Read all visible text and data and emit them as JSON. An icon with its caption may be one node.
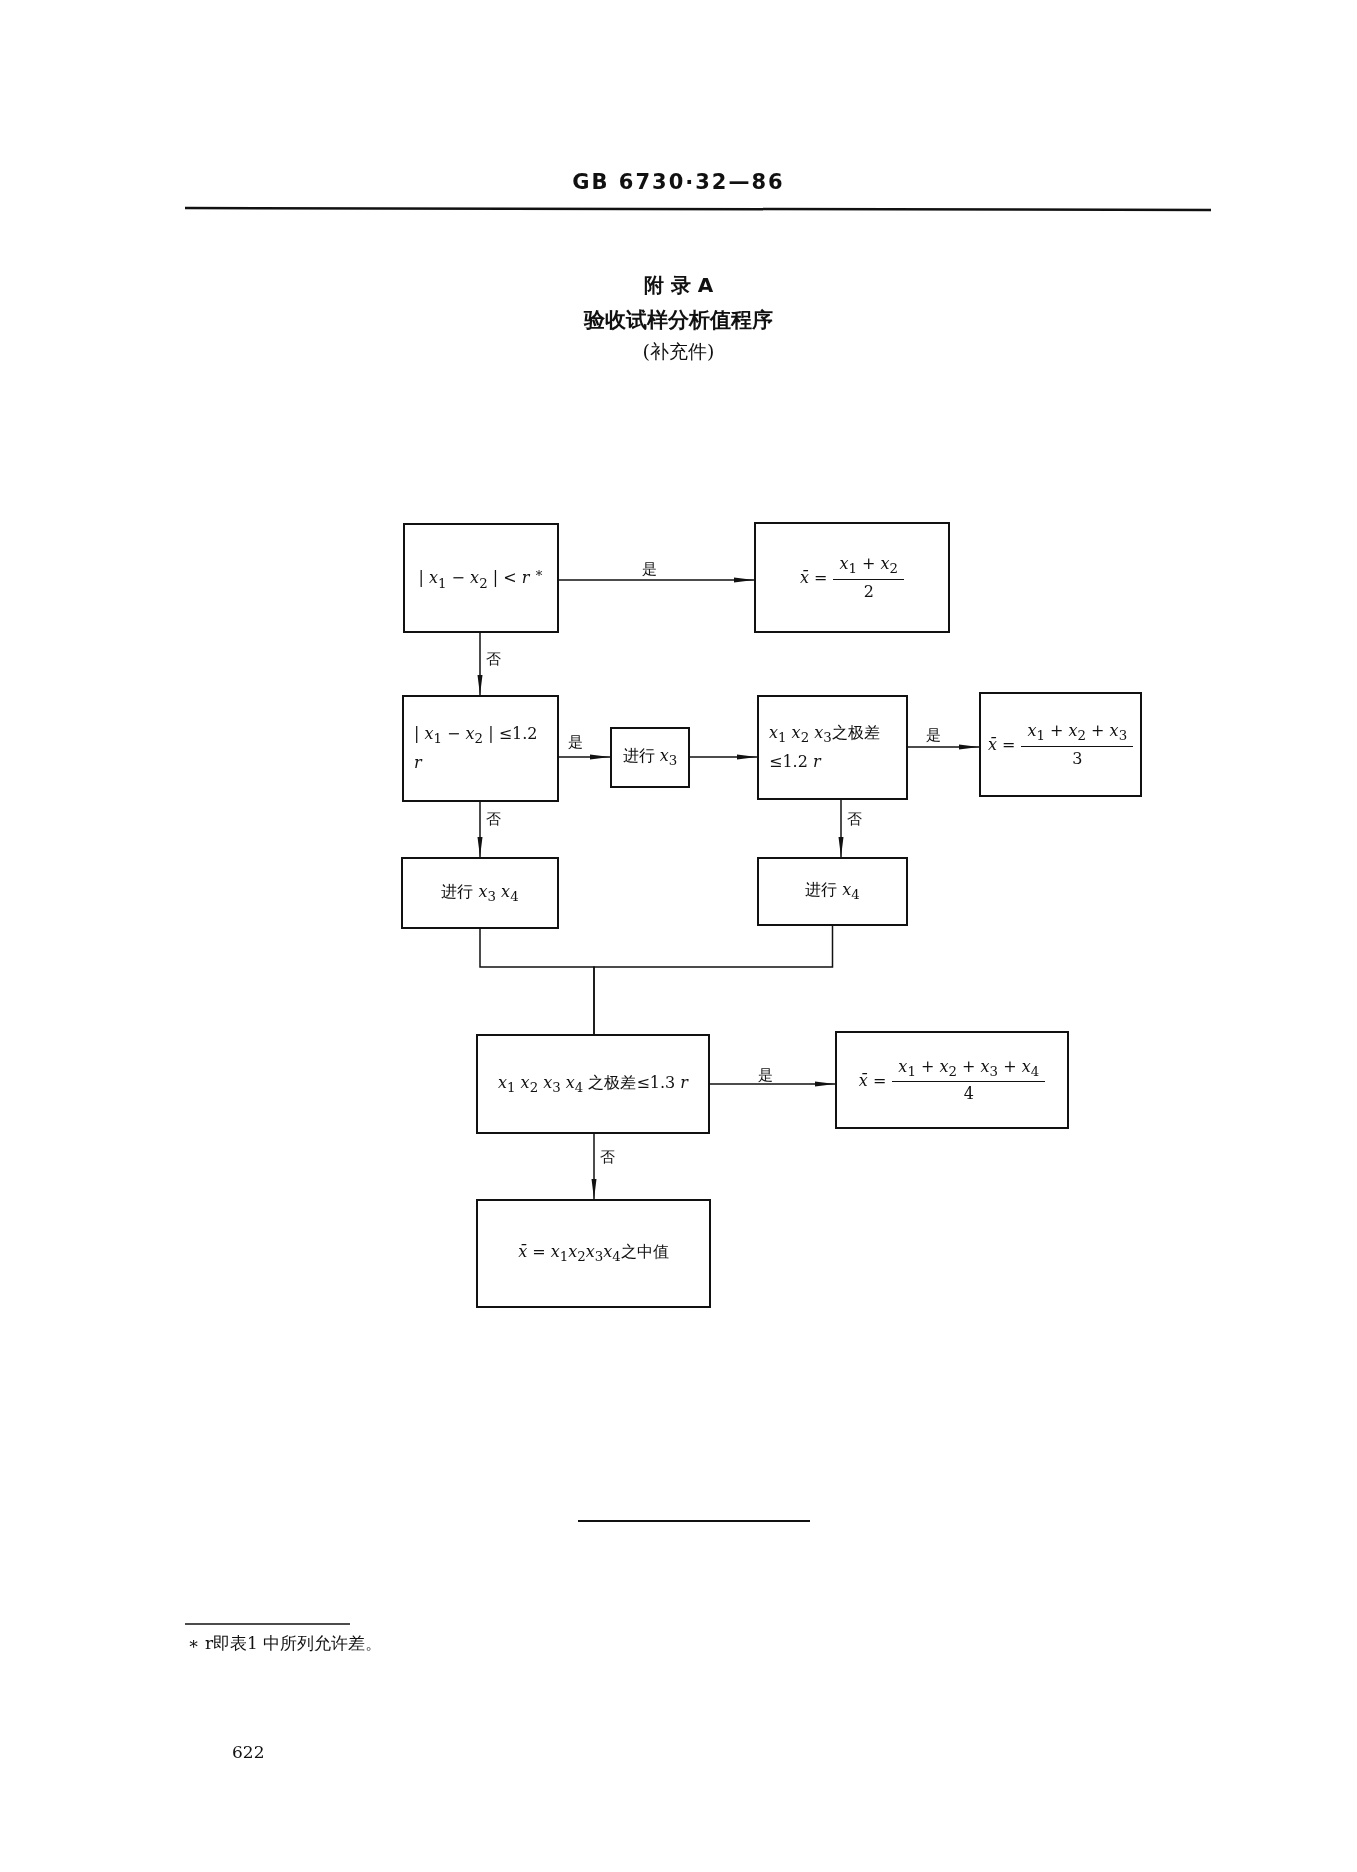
{
  "diagram": {
    "title": "验收试样分析值程序",
    "nodes": [
      {
        "text": [
          "| *x*$_{1}$ − *x*$_{2}$ | < *r* $^{∗}$"
        ]
      },
      {
        "text": [
          "*x̄* =",
          "*x*$_{1}$ + *x*$_{2}$",
          "2"
        ]
      },
      {
        "text": [
          "| *x*$_{1}$ − *x*$_{2}$ | ≤1.2 *r*"
        ]
      },
      {
        "text": [
          "进行 *x*$_{3}$"
        ]
      },
      {
        "text": [
          "*x*$_{1}$ *x*$_{2}$ *x*$_{3}$之极差≤1.2 *r*"
        ]
      },
      {
        "text": [
          "*x̄* =",
          "*x*$_{1}$ + *x*$_{2}$ + *x*$_{3}$",
          "3"
        ]
      },
      {
        "text": [
          "进行 *x*$_{3}$ *x*$_{4}$"
        ]
      },
      {
        "text": [
          "进行 *x*$_{4}$"
        ]
      },
      {
        "text": [
          "*x*$_{1}$ *x*$_{2}$ *x*$_{3}$ *x*$_{4}$ 之极差≤1.3 *r*"
        ]
      },
      {
        "text": [
          "*x̄* =",
          "*x*$_{1}$ + *x*$_{2}$ + *x*$_{3}$ + *x*$_{4}$",
          "4"
        ]
      },
      {
        "text": [
          "*x̄* = *x*$_{1}$*x*$_{2}$*x*$_{3}$*x*$_{4}$之中值"
        ]
      }
    ],
    "edges": [
      {
        "from": 0,
        "to": 1,
        "arrow": "to",
        "label": "是"
      },
      {
        "from": 0,
        "to": 2,
        "arrow": "to",
        "label": "否"
      },
      {
        "from": 2,
        "to": 3,
        "arrow": "to",
        "label": "是"
      },
      {
        "from": 3,
        "to": 4,
        "arrow": "to"
      },
      {
        "from": 4,
        "to": 5,
        "arrow": "to",
        "label": "是"
      },
      {
        "from": 2,
        "to": 6,
        "arrow": "to",
        "label": "否"
      },
      {
        "from": 4,
        "to": 7,
        "arrow": "to",
        "label": "否"
      },
      {
        "from": 6,
        "to": 8,
        "arrow": "none"
      },
      {
        "from": 7,
        "to": 8,
        "arrow": "none"
      },
      {
        "from": 8,
        "to": 9,
        "arrow": "to",
        "label": "是"
      },
      {
        "from": 8,
        "to": 10,
        "arrow": "to",
        "label": "否"
      }
    ],
    "labels": [
      "GB 6730·32—86",
      "附 录 A",
      "(补充件)",
      "∗ r即表1 中所列允许差。",
      "622"
    ]
  }
}
